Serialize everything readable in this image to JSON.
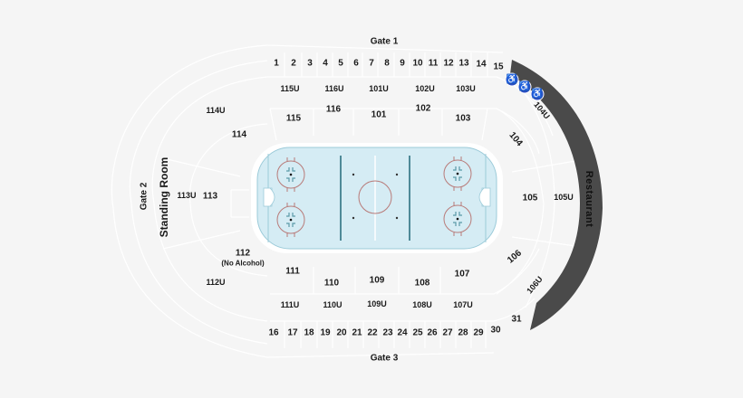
{
  "gates": {
    "gate1": "Gate 1",
    "gate2": "Gate 2",
    "gate3": "Gate 3"
  },
  "areas": {
    "standing_room": "Standing Room",
    "restaurant": "Restaurant"
  },
  "notes": {
    "section_112": "(No Alcohol)"
  },
  "colors": {
    "background": "#f5f5f5",
    "section_lines": "#ffffff",
    "ice": "#d5ecf4",
    "ice_border": "#9ccbd9",
    "blue_line": "#4f8a98",
    "red_circle": "#b87a78",
    "restaurant_band": "#4a4a4a",
    "ada_badge": "#2d4fc6"
  },
  "icons": {
    "accessible": "wheelchair-icon"
  },
  "sections": {
    "top_row": [
      "1",
      "2",
      "3",
      "4",
      "5",
      "6",
      "7",
      "8",
      "9",
      "10",
      "11",
      "12",
      "13",
      "14",
      "15"
    ],
    "top_upper": [
      "115U",
      "116U",
      "101U",
      "102U",
      "103U"
    ],
    "top_lower": [
      "115",
      "116",
      "101",
      "102",
      "103"
    ],
    "left": [
      "114U",
      "114",
      "113U",
      "113",
      "112",
      "112U",
      "111"
    ],
    "right": [
      "104U",
      "104",
      "105",
      "105U",
      "106",
      "106U"
    ],
    "bottom_lower": [
      "111",
      "110",
      "109",
      "108",
      "107"
    ],
    "bottom_upper": [
      "111U",
      "110U",
      "109U",
      "108U",
      "107U"
    ],
    "bottom_row": [
      "16",
      "17",
      "18",
      "19",
      "20",
      "21",
      "22",
      "23",
      "24",
      "25",
      "26",
      "27",
      "28",
      "29",
      "30",
      "31"
    ]
  },
  "labels": {
    "s1": "1",
    "s2": "2",
    "s3": "3",
    "s4": "4",
    "s5": "5",
    "s6": "6",
    "s7": "7",
    "s8": "8",
    "s9": "9",
    "s10": "10",
    "s11": "11",
    "s12": "12",
    "s13": "13",
    "s14": "14",
    "s15": "15",
    "s115U": "115U",
    "s116U": "116U",
    "s101U": "101U",
    "s102U": "102U",
    "s103U": "103U",
    "s115": "115",
    "s116": "116",
    "s101": "101",
    "s102": "102",
    "s103": "103",
    "s114U": "114U",
    "s114": "114",
    "s113U": "113U",
    "s113": "113",
    "s112": "112",
    "s112U": "112U",
    "s111": "111",
    "s110": "110",
    "s109": "109",
    "s108": "108",
    "s107": "107",
    "s111U": "111U",
    "s110U": "110U",
    "s109U": "109U",
    "s108U": "108U",
    "s107U": "107U",
    "s104U": "104U",
    "s104": "104",
    "s105": "105",
    "s105U": "105U",
    "s106": "106",
    "s106U": "106U",
    "s16": "16",
    "s17": "17",
    "s18": "18",
    "s19": "19",
    "s20": "20",
    "s21": "21",
    "s22": "22",
    "s23": "23",
    "s24": "24",
    "s25": "25",
    "s26": "26",
    "s27": "27",
    "s28": "28",
    "s29": "29",
    "s30": "30",
    "s31": "31"
  }
}
